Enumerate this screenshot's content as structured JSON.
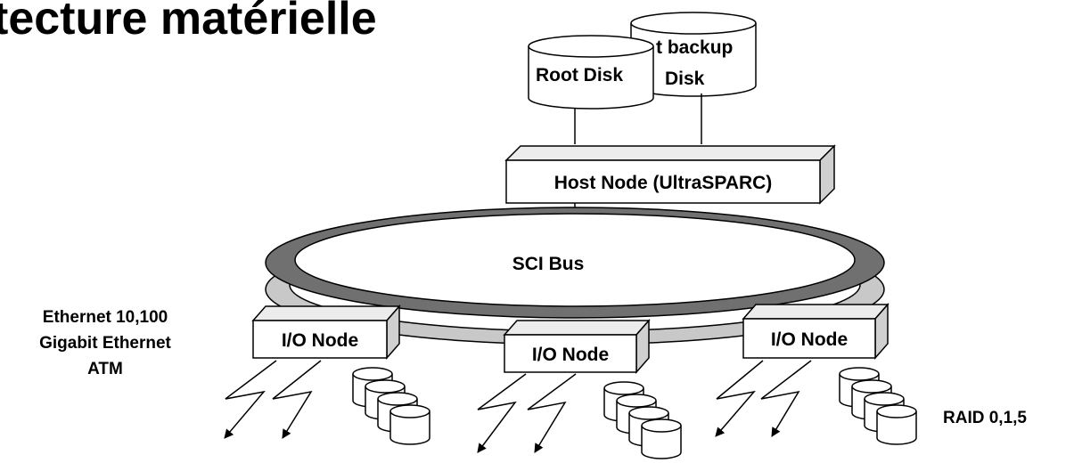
{
  "title": "tecture matérielle",
  "disks": {
    "root_backup": "t backup",
    "root_backup_line2": "Disk",
    "root": "Root Disk"
  },
  "host_node": "Host Node (UltraSPARC)",
  "bus": "SCI Bus",
  "io_node_label": "I/O Node",
  "network": [
    "Ethernet 10,100",
    "Gigabit Ethernet",
    "ATM"
  ],
  "raid": "RAID 0,1,5",
  "colors": {
    "ring_dark": "#707070",
    "ring_light": "#c8c8c8",
    "box_side": "#d0d0d0"
  }
}
